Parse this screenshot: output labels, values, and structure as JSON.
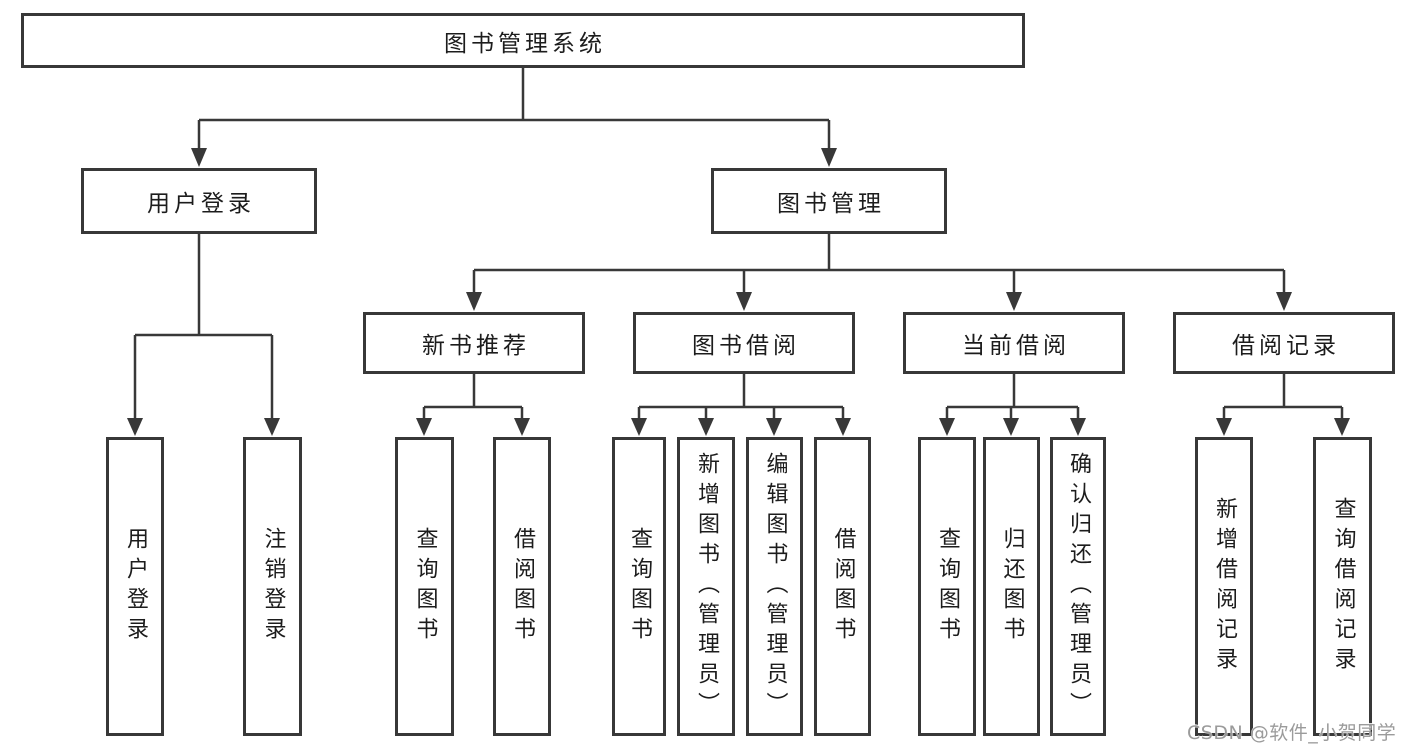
{
  "diagram": {
    "root": {
      "label": "图书管理系统"
    },
    "level2": [
      {
        "label": "用户登录"
      },
      {
        "label": "图书管理"
      }
    ],
    "level3": [
      {
        "label": "新书推荐"
      },
      {
        "label": "图书借阅"
      },
      {
        "label": "当前借阅"
      },
      {
        "label": "借阅记录"
      }
    ],
    "leaves": [
      {
        "label": "用户登录"
      },
      {
        "label": "注销登录"
      },
      {
        "label": "查询图书"
      },
      {
        "label": "借阅图书"
      },
      {
        "label": "查询图书"
      },
      {
        "label": "新增图书（管理员）"
      },
      {
        "label": "编辑图书（管理员）"
      },
      {
        "label": "借阅图书"
      },
      {
        "label": "查询图书"
      },
      {
        "label": "归还图书"
      },
      {
        "label": "确认归还（管理员）"
      },
      {
        "label": "新增借阅记录"
      },
      {
        "label": "查询借阅记录"
      }
    ]
  },
  "watermark": {
    "text": "CSDN @软件_小贺同学"
  },
  "colors": {
    "line": "#383838",
    "box_border": "#383838",
    "text": "#1c1c1c",
    "watermark": "#9b9b9b",
    "background": "#ffffff"
  }
}
